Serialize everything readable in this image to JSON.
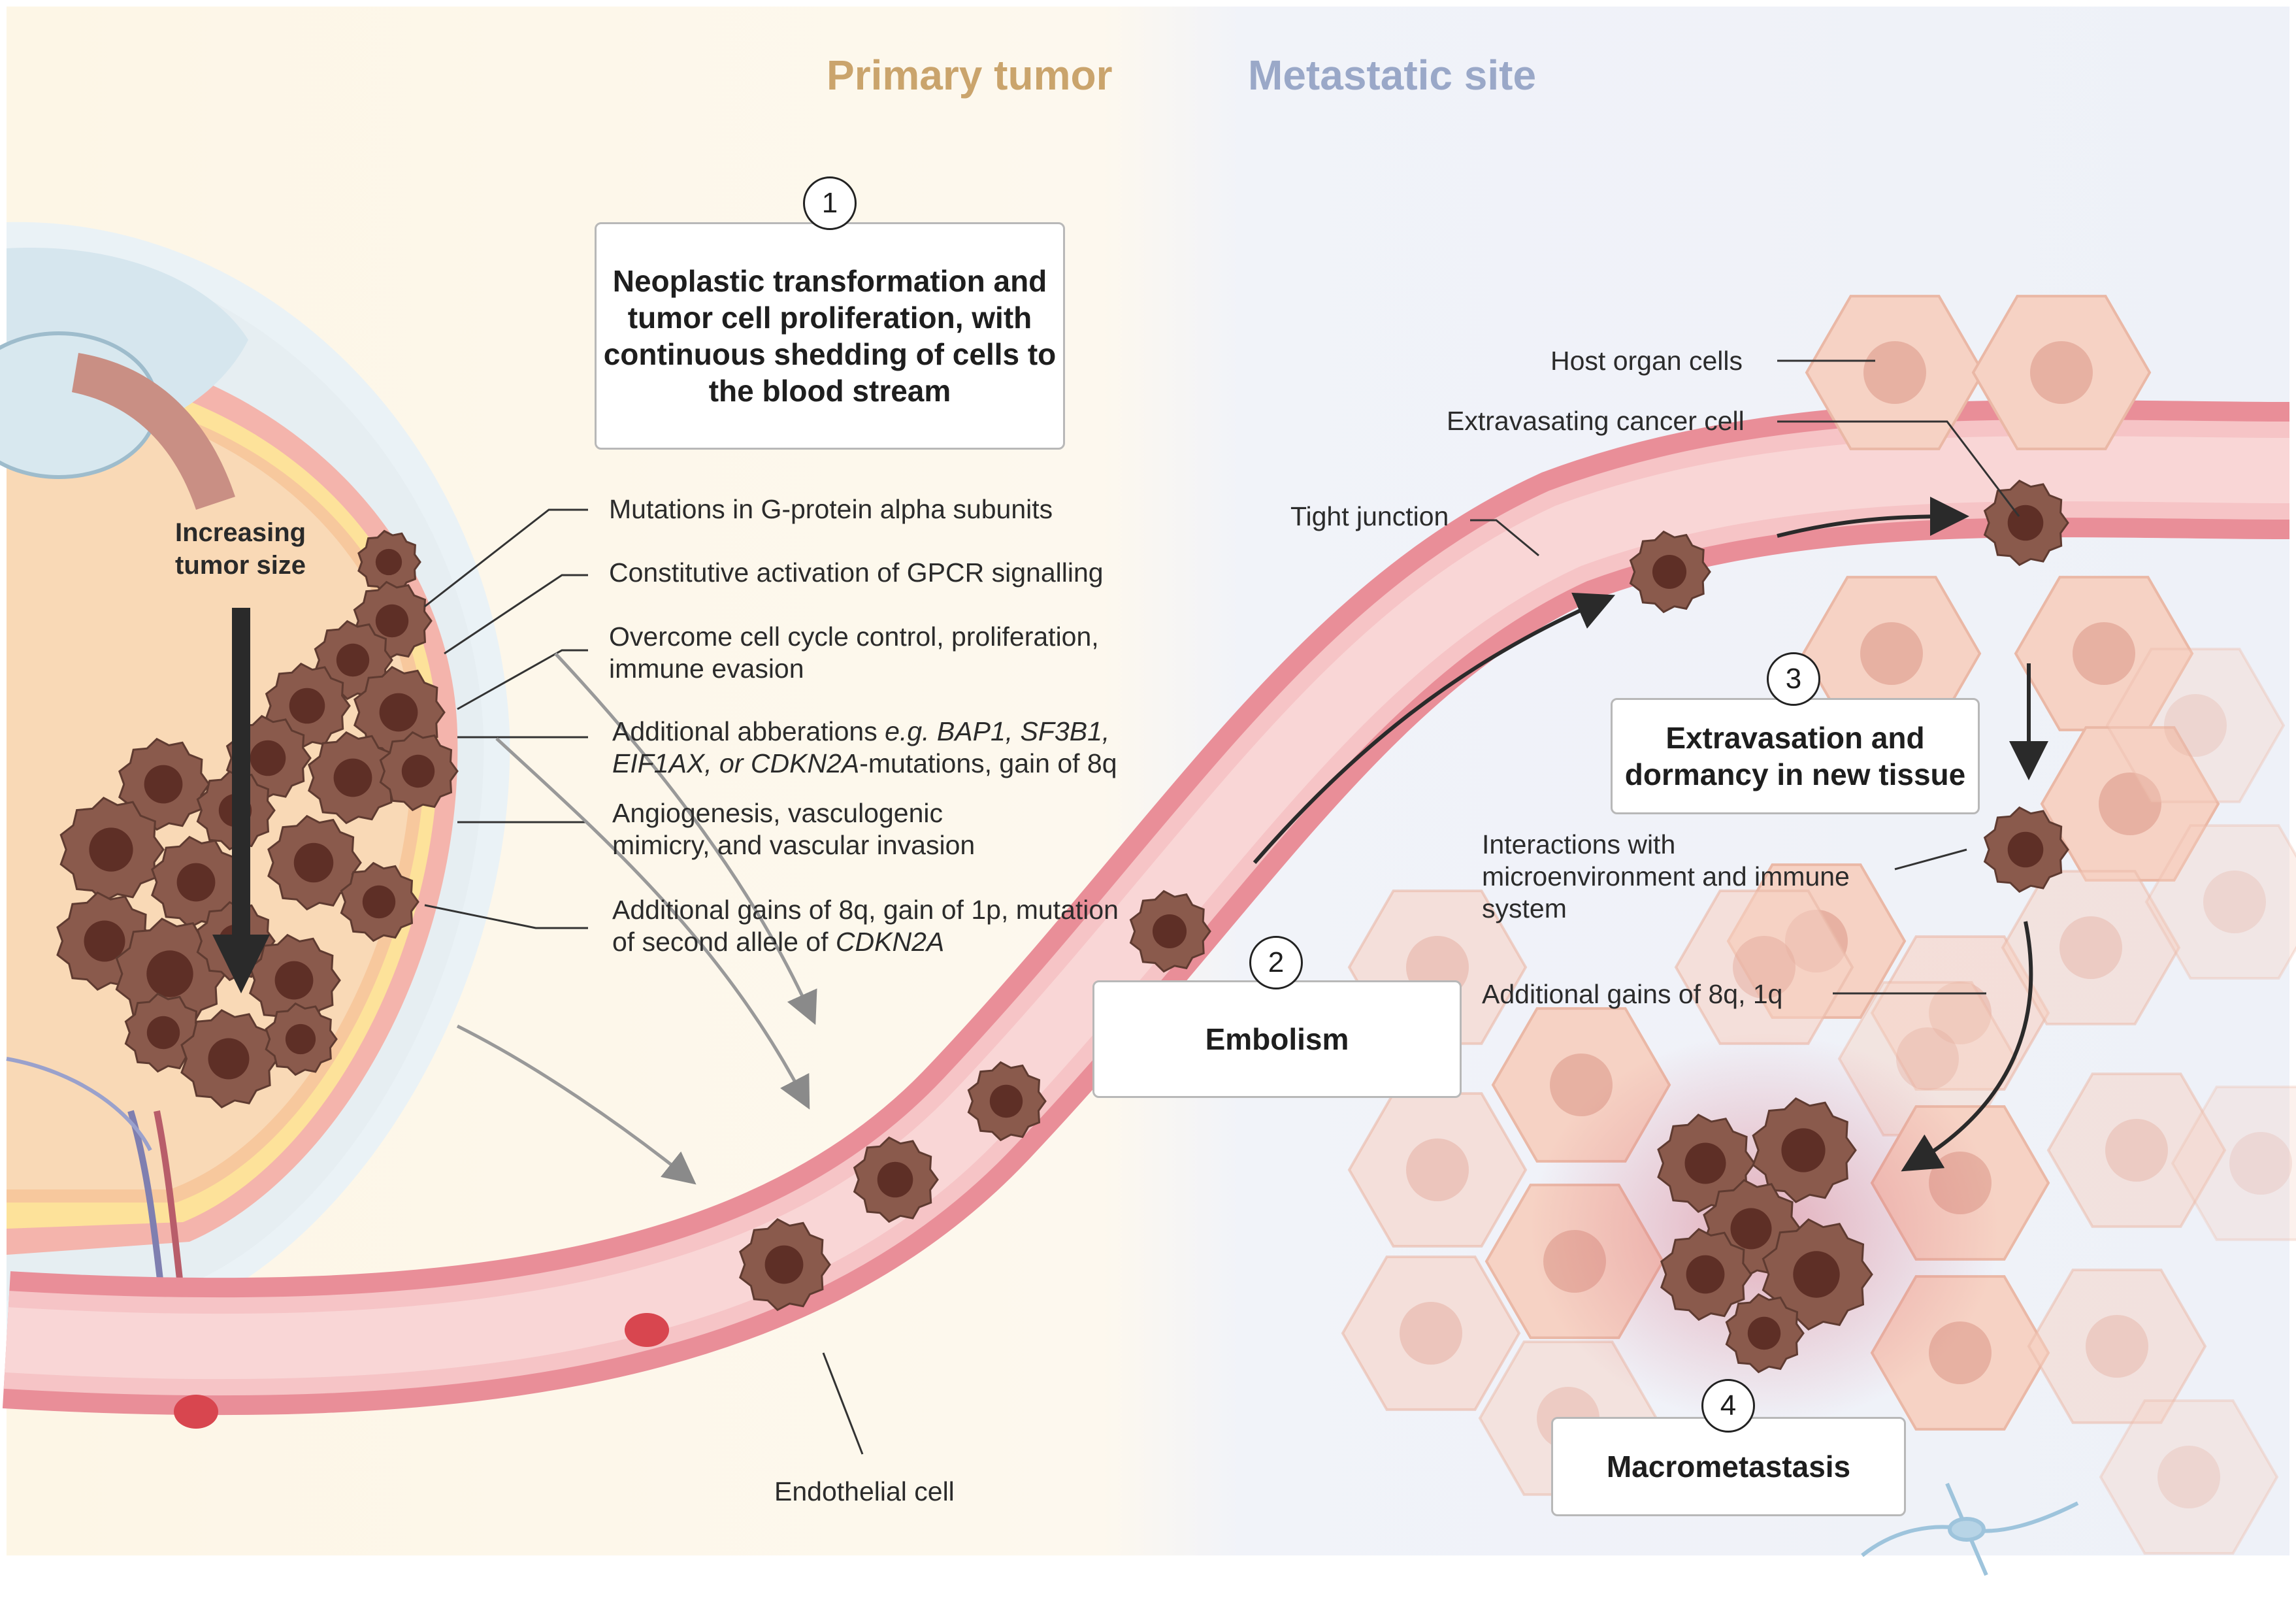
{
  "headers": {
    "primary": "Primary tumor",
    "metastatic": "Metastatic site"
  },
  "colors": {
    "primary_header": "#caa46c",
    "metastatic_header": "#9aa8c8",
    "left_bg": "#fdf7ea",
    "right_bg": "#eef1f8",
    "vessel": "#f2b8bc",
    "tumor_cell": "#8a5a4c",
    "host_cell": "#f5d3c6"
  },
  "eye": {
    "arrow_label_1": "Increasing",
    "arrow_label_2": "tumor size"
  },
  "steps": {
    "s1": {
      "number": "1",
      "line1": "Neoplastic transformation and",
      "line2": "tumor cell proliferation, with",
      "line3": "continuous shedding of cells to",
      "line4": "the blood stream"
    },
    "s2": {
      "number": "2",
      "label": "Embolism"
    },
    "s3": {
      "number": "3",
      "line1": "Extravasation and",
      "line2": "dormancy in new tissue"
    },
    "s4": {
      "number": "4",
      "label": "Macrometastasis"
    }
  },
  "annotations": {
    "a1": "Mutations in G-protein alpha subunits",
    "a2": "Constitutive activation of GPCR signalling",
    "a3_1": "Overcome cell cycle control, proliferation,",
    "a3_2": "immune evasion",
    "a4_1a": "Additional abberations ",
    "a4_1b": "e.g. BAP1, SF3B1,",
    "a4_2a": "EIF1AX, or CDKN2A",
    "a4_2b": "-mutations, gain of 8q",
    "a5_1": "Angiogenesis, vasculogenic",
    "a5_2": "mimicry, and vascular invasion",
    "a6_1": "Additional gains of 8q, gain of 1p, mutation",
    "a6_2a": "of second allele of ",
    "a6_2b": "CDKN2A",
    "endothelial": "Endothelial cell",
    "tight_junction": "Tight junction",
    "host_cells": "Host organ cells",
    "extravasating": "Extravasating cancer cell",
    "interactions_1": "Interactions with",
    "interactions_2": "microenvironment and immune",
    "interactions_3": "system",
    "gains_8q1q": "Additional gains of 8q, 1q"
  }
}
